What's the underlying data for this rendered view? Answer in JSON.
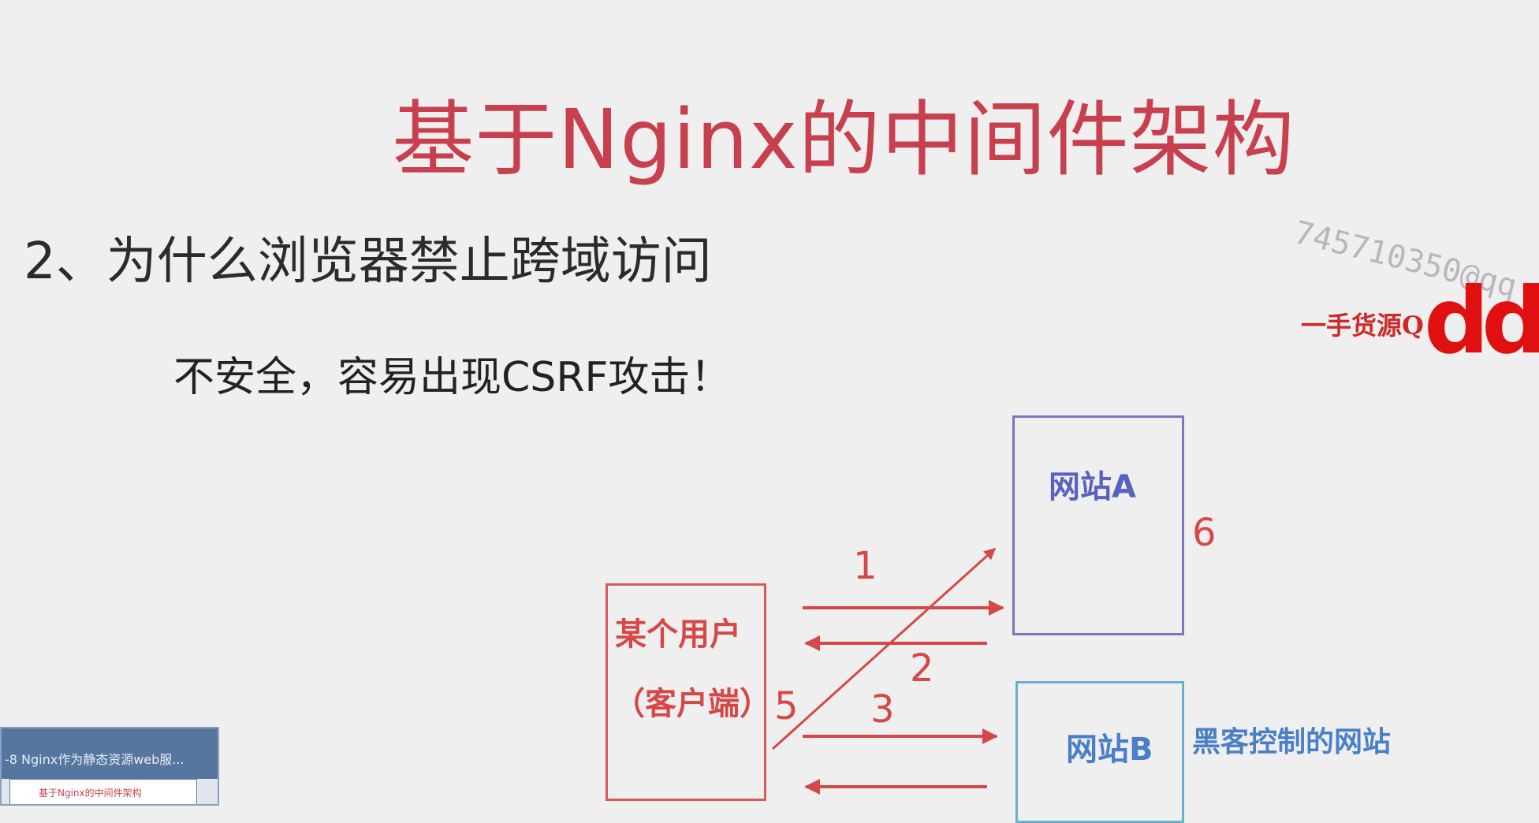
{
  "slide": {
    "title": "基于Nginx的中间件架构",
    "heading": "2、为什么浏览器禁止跨域访问",
    "subtext": "不安全，容易出现CSRF攻击！"
  },
  "diagram": {
    "site_a_label": "网站A",
    "site_b_label": "网站B",
    "hacker_site_label": "黑客控制的网站",
    "user_label_line1": "某个用户",
    "user_label_line2": "（客户端）",
    "step_numbers": [
      "1",
      "2",
      "3",
      "5",
      "6"
    ]
  },
  "watermark": {
    "email": "745710350@qq",
    "qq_text": "一手货源Q",
    "ddd": "ddd"
  },
  "thumbnail": {
    "window_title": "-8 Nginx作为静态资源web服...",
    "slide_caption": "基于Nginx的中间件架构"
  },
  "colors": {
    "title_red": "#c8404e",
    "arrow_red": "#d64848",
    "site_a_blue": "#5a62c0",
    "site_b_blue": "#4a7fc8"
  }
}
